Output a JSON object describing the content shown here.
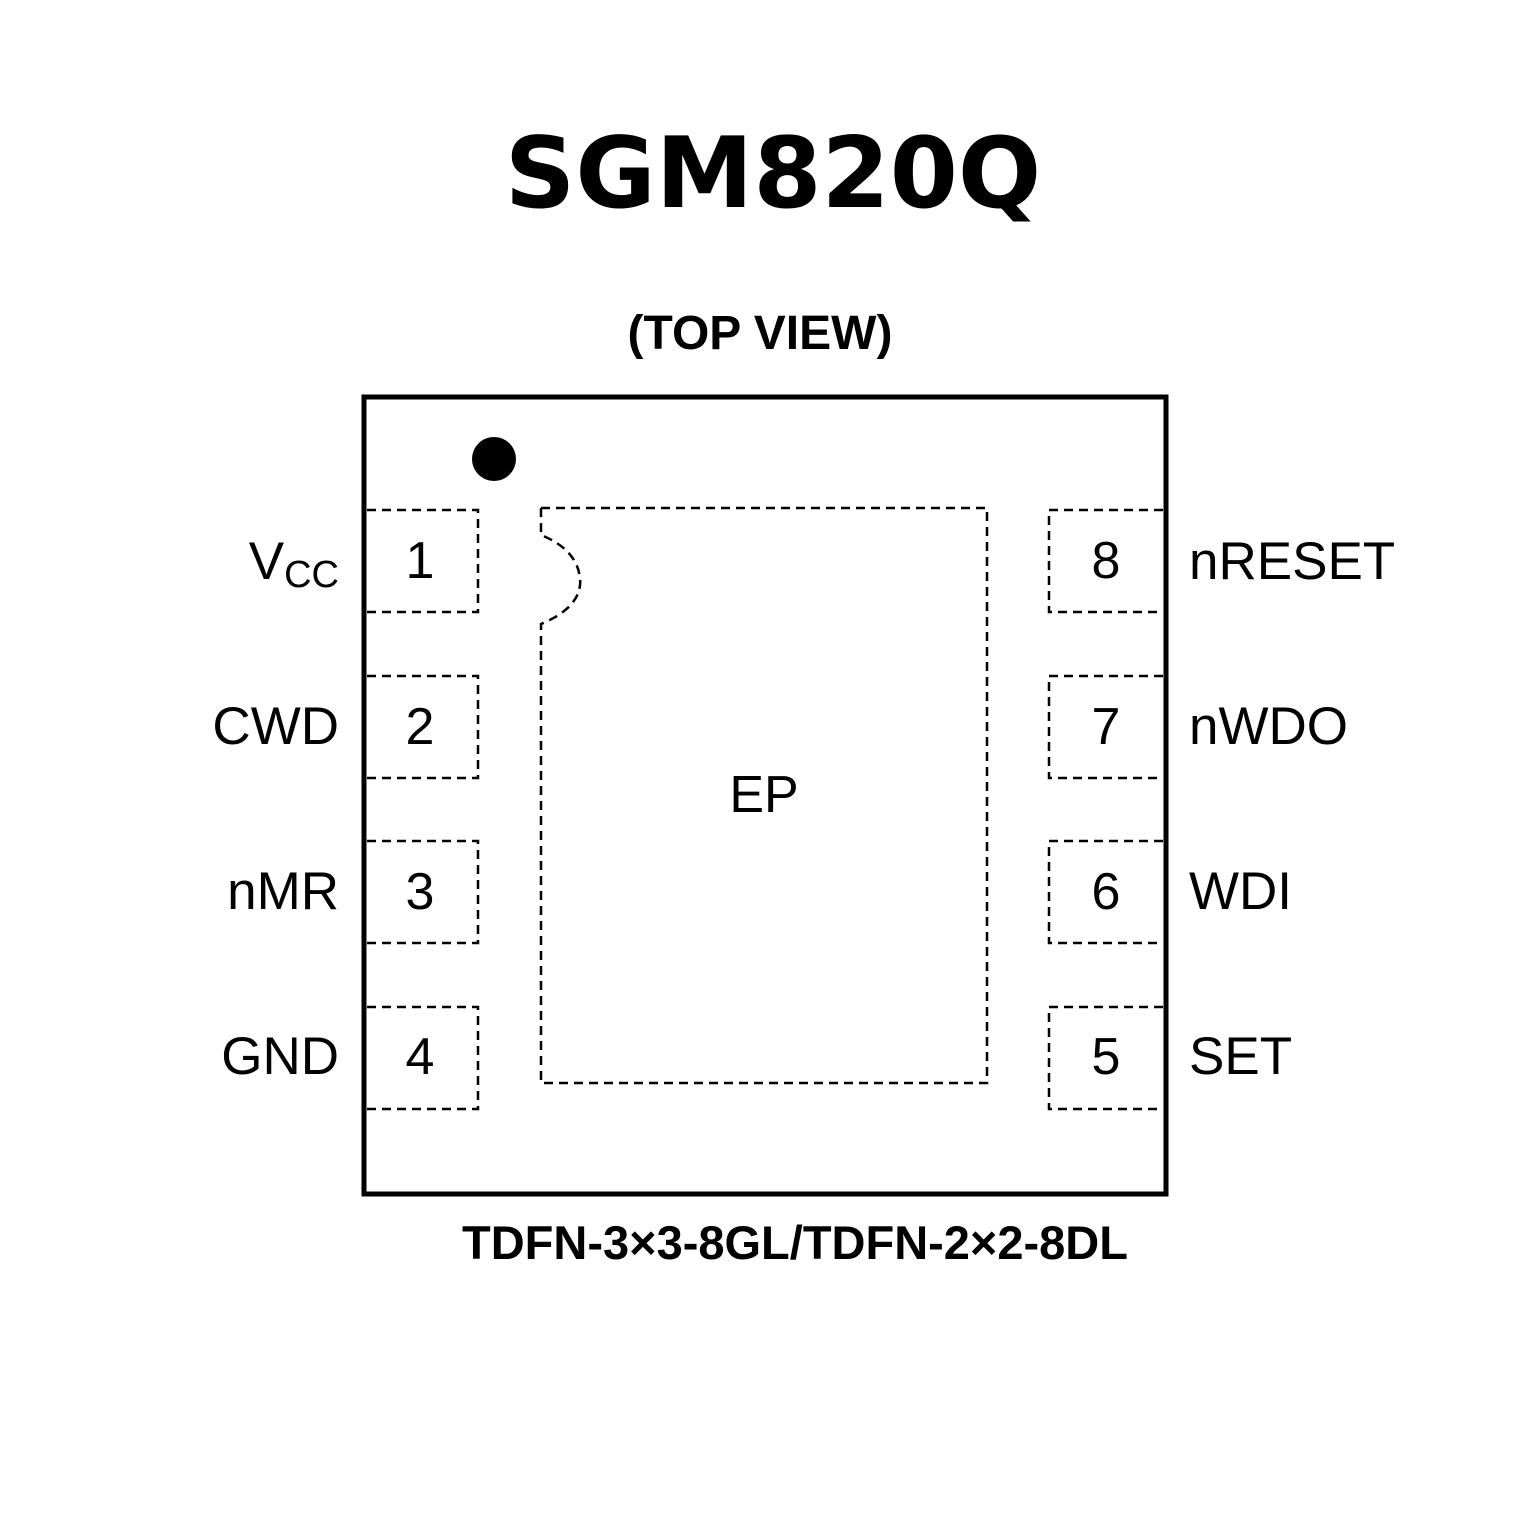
{
  "title": "SGM820Q",
  "view_label": "(TOP VIEW)",
  "package_label": "TDFN-3×3-8GL/TDFN-2×2-8DL",
  "exposed_pad_label": "EP",
  "colors": {
    "ink": "#000000",
    "background": "#ffffff"
  },
  "pins_left": [
    {
      "number": "1",
      "name": "V",
      "subscript": "CC"
    },
    {
      "number": "2",
      "name": "CWD"
    },
    {
      "number": "3",
      "name": "nMR"
    },
    {
      "number": "4",
      "name": "GND"
    }
  ],
  "pins_right": [
    {
      "number": "8",
      "name": "nRESET"
    },
    {
      "number": "7",
      "name": "nWDO"
    },
    {
      "number": "6",
      "name": "WDI"
    },
    {
      "number": "5",
      "name": "SET"
    }
  ]
}
